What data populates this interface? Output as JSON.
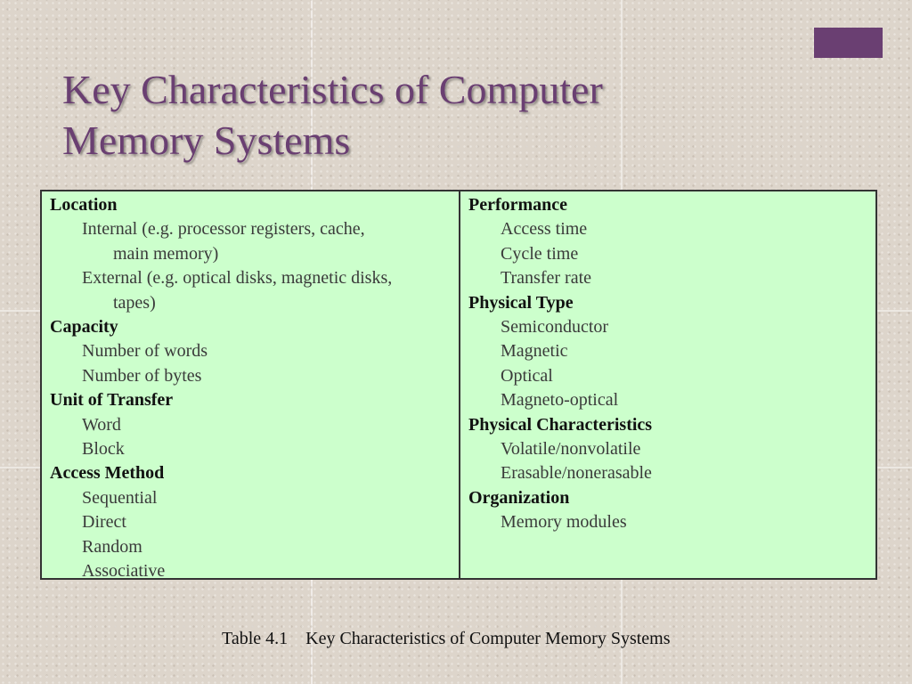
{
  "slide": {
    "title_line1": "Key Characteristics of Computer",
    "title_line2": "Memory Systems",
    "accent_color": "#6a3f72",
    "table_background": "#ccffcc"
  },
  "table": {
    "left": [
      {
        "text": "Location",
        "level": "header"
      },
      {
        "text": "Internal (e.g. processor registers, cache,",
        "level": "item"
      },
      {
        "text": "main memory)",
        "level": "continuation"
      },
      {
        "text": "External (e.g. optical disks, magnetic disks,",
        "level": "item"
      },
      {
        "text": "tapes)",
        "level": "continuation"
      },
      {
        "text": "Capacity",
        "level": "header"
      },
      {
        "text": "Number of words",
        "level": "item"
      },
      {
        "text": "Number of bytes",
        "level": "item"
      },
      {
        "text": "Unit of Transfer",
        "level": "header"
      },
      {
        "text": "Word",
        "level": "item"
      },
      {
        "text": "Block",
        "level": "item"
      },
      {
        "text": "Access Method",
        "level": "header"
      },
      {
        "text": "Sequential",
        "level": "item"
      },
      {
        "text": "Direct",
        "level": "item"
      },
      {
        "text": "Random",
        "level": "item"
      },
      {
        "text": "Associative",
        "level": "item"
      }
    ],
    "right": [
      {
        "text": "Performance",
        "level": "header"
      },
      {
        "text": "Access time",
        "level": "item"
      },
      {
        "text": "Cycle time",
        "level": "item"
      },
      {
        "text": "Transfer rate",
        "level": "item"
      },
      {
        "text": "Physical Type",
        "level": "header"
      },
      {
        "text": "Semiconductor",
        "level": "item"
      },
      {
        "text": "Magnetic",
        "level": "item"
      },
      {
        "text": "Optical",
        "level": "item"
      },
      {
        "text": "Magneto-optical",
        "level": "item"
      },
      {
        "text": "Physical Characteristics",
        "level": "header"
      },
      {
        "text": "Volatile/nonvolatile",
        "level": "item"
      },
      {
        "text": "Erasable/nonerasable",
        "level": "item"
      },
      {
        "text": "Organization",
        "level": "header"
      },
      {
        "text": "Memory modules",
        "level": "item"
      }
    ]
  },
  "caption": {
    "label": "Table 4.1",
    "text": "Key Characteristics of Computer Memory Systems"
  }
}
